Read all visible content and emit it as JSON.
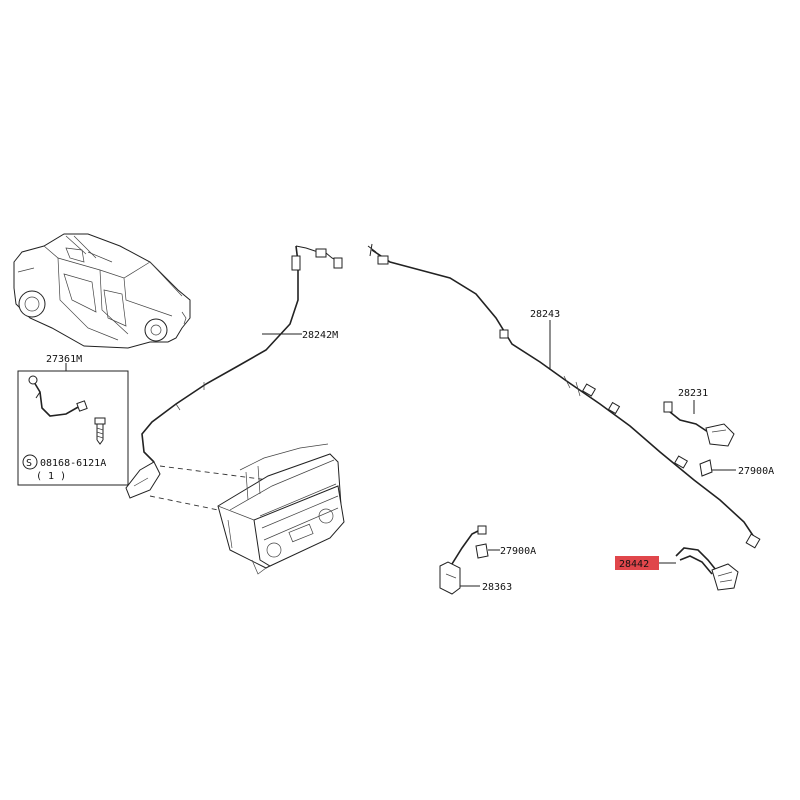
{
  "diagram": {
    "parts": {
      "p27361M": "27361M",
      "p08168": "08168-6121A",
      "p08168_qty": "( 1 )",
      "p08168_symbol": "S",
      "p28242M": "28242M",
      "p28243": "28243",
      "p28231": "28231",
      "p27900A_right": "27900A",
      "p27900A_mid": "27900A",
      "p28363": "28363",
      "p28442": "28442"
    },
    "highlight_color": "#e0464b"
  }
}
